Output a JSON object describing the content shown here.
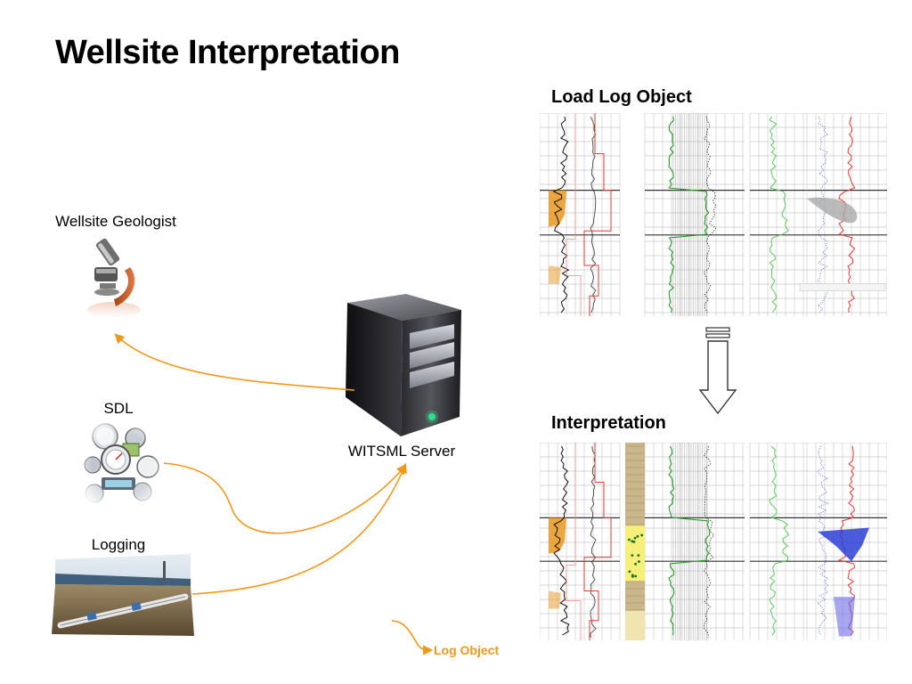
{
  "slide": {
    "title": "Wellsite Interpretation"
  },
  "sources": {
    "geologist_label": "Wellsite Geologist",
    "sdl_label": "SDL",
    "logging_label": "Logging"
  },
  "server": {
    "label": "WITSML Server"
  },
  "panels": {
    "load_title": "Load Log Object",
    "interp_title": "Interpretation"
  },
  "legend": {
    "label": "Log Object"
  },
  "colors": {
    "flow_arrow": "#f0981a",
    "log_red": "#e23b35",
    "log_green": "#2a9a2a",
    "log_blue": "#2a3fd6",
    "lithology_orange": "#e8961e",
    "sand_yellow": "#f6f07a"
  },
  "icons": [
    "microscope-icon",
    "gauges-icon",
    "pipeline-icon",
    "server-tower-icon",
    "down-arrow-icon"
  ]
}
